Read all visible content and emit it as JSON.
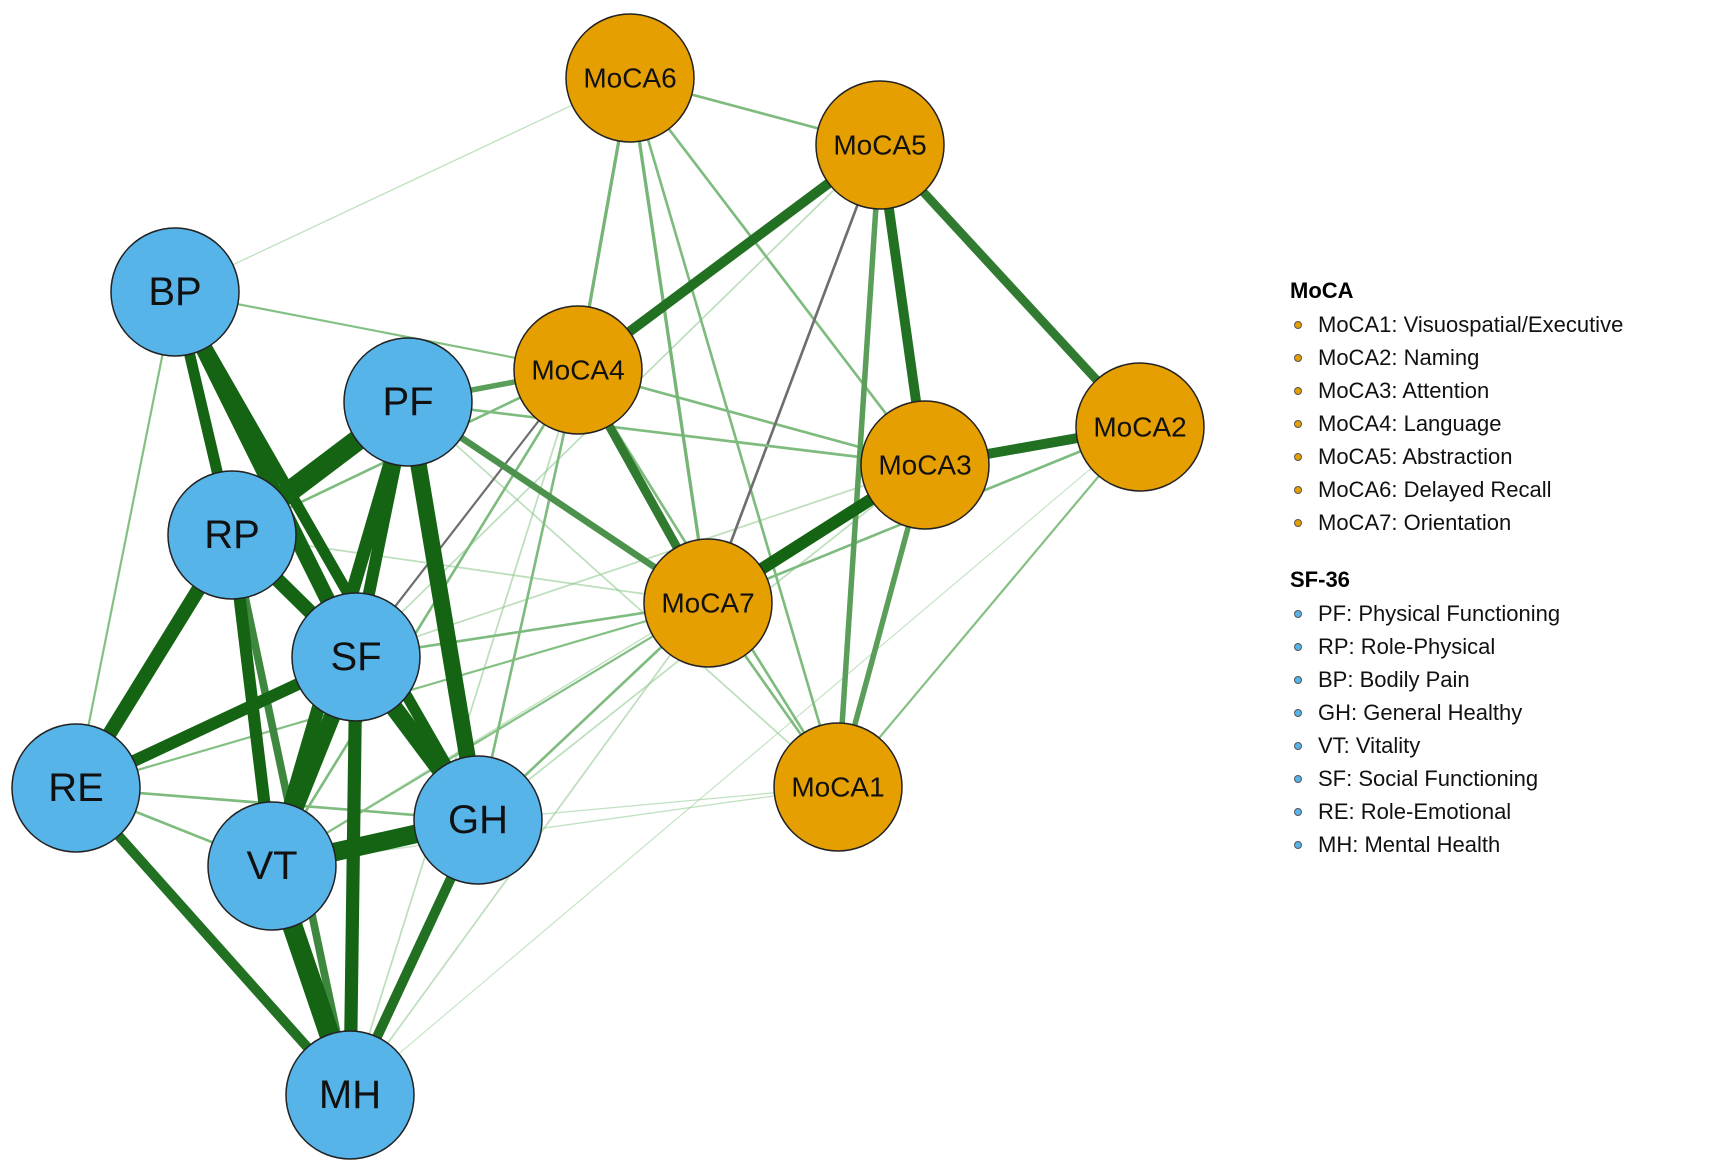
{
  "colors": {
    "moca_node": "#E69F00",
    "sf36_node": "#56B4E9",
    "edge": "#1a6e1a"
  },
  "nodes": [
    {
      "id": "MoCA6",
      "group": "moca"
    },
    {
      "id": "MoCA5",
      "group": "moca"
    },
    {
      "id": "MoCA4",
      "group": "moca"
    },
    {
      "id": "MoCA3",
      "group": "moca"
    },
    {
      "id": "MoCA2",
      "group": "moca"
    },
    {
      "id": "MoCA7",
      "group": "moca"
    },
    {
      "id": "MoCA1",
      "group": "moca"
    },
    {
      "id": "BP",
      "group": "sf36"
    },
    {
      "id": "PF",
      "group": "sf36"
    },
    {
      "id": "RP",
      "group": "sf36"
    },
    {
      "id": "SF",
      "group": "sf36"
    },
    {
      "id": "RE",
      "group": "sf36"
    },
    {
      "id": "VT",
      "group": "sf36"
    },
    {
      "id": "GH",
      "group": "sf36"
    },
    {
      "id": "MH",
      "group": "sf36"
    }
  ],
  "edges": [
    {
      "a": "RP",
      "b": "PF",
      "w": 0.95
    },
    {
      "a": "VT",
      "b": "MH",
      "w": 0.92
    },
    {
      "a": "VT",
      "b": "GH",
      "w": 0.85
    },
    {
      "a": "SF",
      "b": "GH",
      "w": 0.8
    },
    {
      "a": "PF",
      "b": "GH",
      "w": 0.75
    },
    {
      "a": "SF",
      "b": "VT",
      "w": 0.75
    },
    {
      "a": "BP",
      "b": "SF",
      "w": 0.7
    },
    {
      "a": "RP",
      "b": "SF",
      "w": 0.65
    },
    {
      "a": "RE",
      "b": "RP",
      "w": 0.65
    },
    {
      "a": "SF",
      "b": "MH",
      "w": 0.6
    },
    {
      "a": "PF",
      "b": "VT",
      "w": 0.6
    },
    {
      "a": "RP",
      "b": "VT",
      "w": 0.55
    },
    {
      "a": "SF",
      "b": "PF",
      "w": 0.55
    },
    {
      "a": "RE",
      "b": "SF",
      "w": 0.55
    },
    {
      "a": "BP",
      "b": "GH",
      "w": 0.5
    },
    {
      "a": "BP",
      "b": "RP",
      "w": 0.5
    },
    {
      "a": "RE",
      "b": "MH",
      "w": 0.45
    },
    {
      "a": "GH",
      "b": "MH",
      "w": 0.45
    },
    {
      "a": "RP",
      "b": "MH",
      "w": 0.35
    },
    {
      "a": "MoCA7",
      "b": "MoCA3",
      "w": 0.55
    },
    {
      "a": "MoCA4",
      "b": "MoCA5",
      "w": 0.45
    },
    {
      "a": "MoCA5",
      "b": "MoCA3",
      "w": 0.45
    },
    {
      "a": "MoCA3",
      "b": "MoCA2",
      "w": 0.45
    },
    {
      "a": "MoCA5",
      "b": "MoCA2",
      "w": 0.4
    },
    {
      "a": "MoCA4",
      "b": "MoCA7",
      "w": 0.4
    },
    {
      "a": "PF",
      "b": "MoCA7",
      "w": 0.3
    },
    {
      "a": "PF",
      "b": "MoCA4",
      "w": 0.25
    },
    {
      "a": "MoCA3",
      "b": "MoCA1",
      "w": 0.25
    },
    {
      "a": "MoCA5",
      "b": "MoCA1",
      "w": 0.25
    },
    {
      "a": "MoCA6",
      "b": "MoCA4",
      "w": 0.15
    },
    {
      "a": "MoCA6",
      "b": "MoCA7",
      "w": 0.15
    },
    {
      "a": "MoCA6",
      "b": "MoCA5",
      "w": 0.12
    },
    {
      "a": "MoCA6",
      "b": "MoCA1",
      "w": 0.12
    },
    {
      "a": "MoCA6",
      "b": "MoCA3",
      "w": 0.12
    },
    {
      "a": "MoCA2",
      "b": "MoCA7",
      "w": 0.12
    },
    {
      "a": "MoCA2",
      "b": "MoCA1",
      "w": 0.1
    },
    {
      "a": "MoCA4",
      "b": "MoCA1",
      "w": 0.12
    },
    {
      "a": "MoCA4",
      "b": "MoCA3",
      "w": 0.12
    },
    {
      "a": "MoCA7",
      "b": "MoCA1",
      "w": 0.12
    },
    {
      "a": "MoCA5",
      "b": "MoCA7",
      "w": 0.12,
      "neg": true
    },
    {
      "a": "PF",
      "b": "MoCA3",
      "w": 0.12
    },
    {
      "a": "MoCA6",
      "b": "BP",
      "w": 0.06
    },
    {
      "a": "BP",
      "b": "MoCA4",
      "w": 0.1
    },
    {
      "a": "BP",
      "b": "RE",
      "w": 0.1
    },
    {
      "a": "RP",
      "b": "MoCA4",
      "w": 0.12
    },
    {
      "a": "SF",
      "b": "MoCA7",
      "w": 0.12
    },
    {
      "a": "SF",
      "b": "MoCA4",
      "w": 0.1,
      "neg": true
    },
    {
      "a": "VT",
      "b": "MoCA4",
      "w": 0.12
    },
    {
      "a": "GH",
      "b": "MoCA4",
      "w": 0.12
    },
    {
      "a": "GH",
      "b": "MoCA7",
      "w": 0.12
    },
    {
      "a": "GH",
      "b": "MoCA3",
      "w": 0.08
    },
    {
      "a": "RE",
      "b": "MoCA7",
      "w": 0.1
    },
    {
      "a": "RE",
      "b": "GH",
      "w": 0.12
    },
    {
      "a": "RE",
      "b": "VT",
      "w": 0.12
    },
    {
      "a": "VT",
      "b": "MoCA7",
      "w": 0.1
    },
    {
      "a": "MH",
      "b": "MoCA7",
      "w": 0.08
    },
    {
      "a": "MH",
      "b": "MoCA2",
      "w": 0.05
    },
    {
      "a": "MH",
      "b": "MoCA4",
      "w": 0.08
    },
    {
      "a": "RP",
      "b": "MoCA7",
      "w": 0.08
    },
    {
      "a": "SF",
      "b": "MoCA3",
      "w": 0.08
    },
    {
      "a": "VT",
      "b": "MoCA1",
      "w": 0.06
    },
    {
      "a": "PF",
      "b": "MoCA1",
      "w": 0.08
    },
    {
      "a": "SF",
      "b": "MoCA5",
      "w": 0.08
    },
    {
      "a": "VT",
      "b": "MoCA3",
      "w": 0.06
    },
    {
      "a": "GH",
      "b": "MoCA1",
      "w": 0.06
    }
  ],
  "legend": {
    "moca": {
      "title": "MoCA",
      "items": [
        "MoCA1: Visuospatial/Executive",
        "MoCA2: Naming",
        "MoCA3: Attention",
        "MoCA4: Language",
        "MoCA5: Abstraction",
        "MoCA6: Delayed Recall",
        "MoCA7: Orientation"
      ]
    },
    "sf36": {
      "title": "SF-36",
      "items": [
        "PF: Physical Functioning",
        "RP: Role-Physical",
        "BP: Bodily Pain",
        "GH: General Healthy",
        "VT: Vitality",
        "SF: Social Functioning",
        "RE: Role-Emotional",
        "MH: Mental Health"
      ]
    }
  }
}
